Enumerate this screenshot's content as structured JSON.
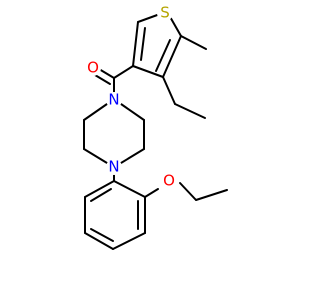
{
  "molecule": {
    "atoms": [
      {
        "symbol": "S",
        "color": "#b5a500"
      },
      {
        "symbol": "O",
        "color": "#ff0000"
      },
      {
        "symbol": "O",
        "color": "#ff0000"
      },
      {
        "symbol": "N",
        "color": "#0000ff"
      },
      {
        "symbol": "N",
        "color": "#0000ff"
      }
    ],
    "bond_color": "#000000",
    "background_color": "#ffffff"
  }
}
